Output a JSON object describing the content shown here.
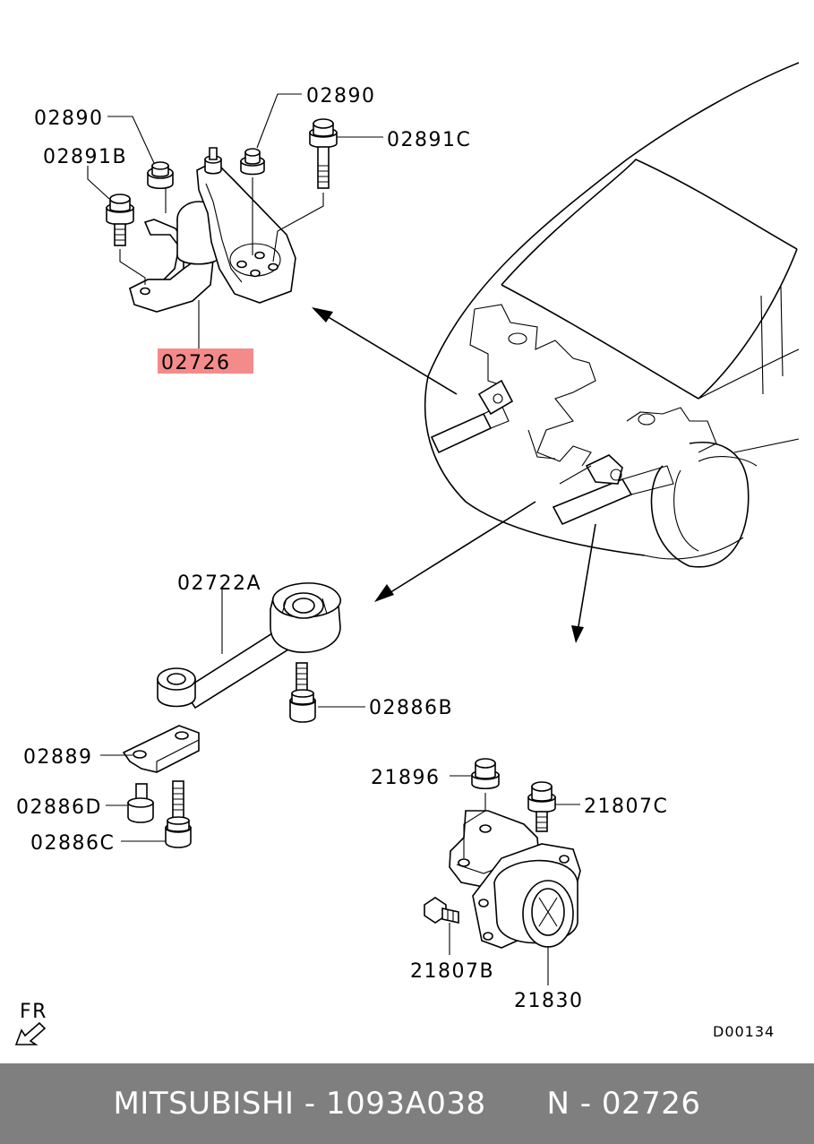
{
  "labels": {
    "top_mount_bracket": "02726",
    "top_nut_left": "02890",
    "top_nut_right": "02890",
    "top_bolt_left": "02891B",
    "top_bolt_right": "02891C",
    "rod": "02722A",
    "rod_bolt": "02886B",
    "plate": "02889",
    "bolt_d": "02886D",
    "bolt_c": "02886C",
    "nut_right": "21896",
    "bolt_right_c": "21807C",
    "bolt_right_b": "21807B",
    "right_mount": "21830"
  },
  "highlight_color": "#f48b8b",
  "fr_label": "FR",
  "drawing_code": "D00134",
  "footer": {
    "brand": "MITSUBISHI",
    "part_number": "1093A038",
    "ref": "N - 02726",
    "separator": "-"
  }
}
